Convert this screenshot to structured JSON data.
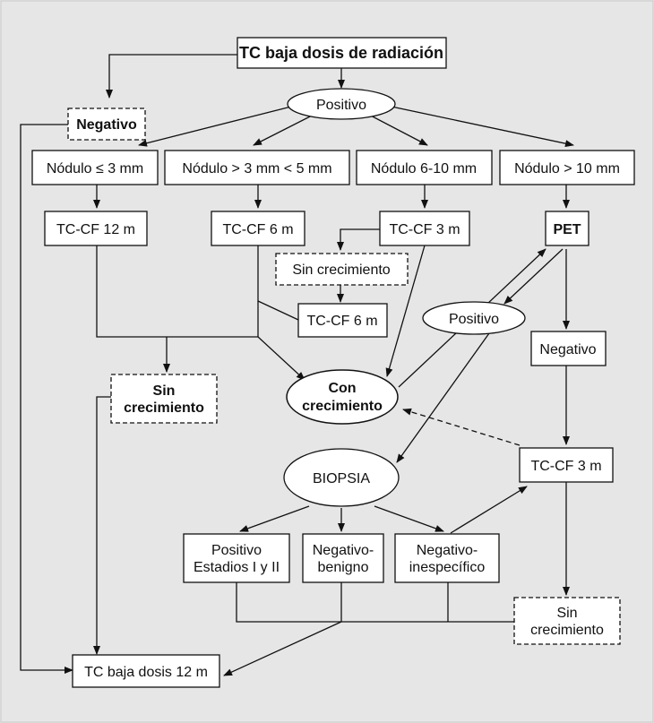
{
  "nodes": {
    "tc_baja_dosis": "TC baja dosis de radiación",
    "positivo_top": "Positivo",
    "negativo_top": "Negativo",
    "nodulo_3": "Nódulo ≤ 3 mm",
    "nodulo_3_5": "Nódulo > 3 mm < 5 mm",
    "nodulo_6_10": "Nódulo 6-10 mm",
    "nodulo_10": "Nódulo > 10 mm",
    "tccf_12": "TC-CF 12 m",
    "tccf_6": "TC-CF 6 m",
    "tccf_3_a": "TC-CF 3 m",
    "pet": "PET",
    "sin_crec_mid": "Sin crecimiento",
    "tccf_6_b": "TC-CF 6 m",
    "positivo_pet": "Positivo",
    "negativo_pet": "Negativo",
    "sin_crec_left_1": "Sin",
    "sin_crec_left_2": "crecimiento",
    "con_crec_1": "Con",
    "con_crec_2": "crecimiento",
    "biopsia": "BIOPSIA",
    "tccf_3_b": "TC-CF 3 m",
    "positivo_est_1": "Positivo",
    "positivo_est_2": "Estadios I y II",
    "neg_benigno_1": "Negativo-",
    "neg_benigno_2": "benigno",
    "neg_inesp_1": "Negativo-",
    "neg_inesp_2": "inespecífico",
    "sin_crec_right_1": "Sin",
    "sin_crec_right_2": "crecimiento",
    "tc_baja_12": "TC baja dosis 12 m"
  }
}
